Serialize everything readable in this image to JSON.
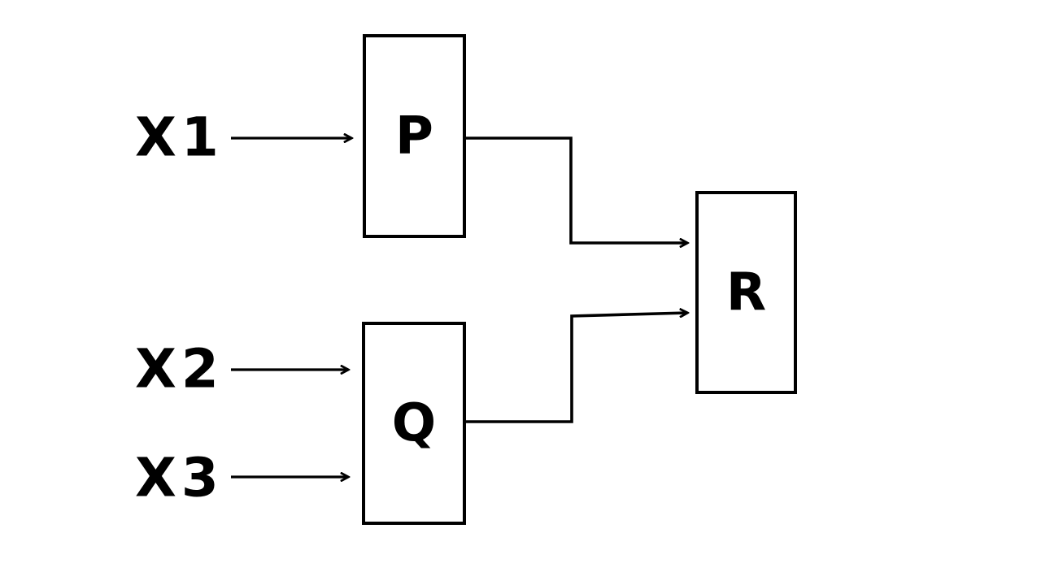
{
  "diagram": {
    "background_color": "#ffffff",
    "line_color": "#000000",
    "nodes": [
      {
        "id": "P",
        "label": "P"
      },
      {
        "id": "Q",
        "label": "Q"
      },
      {
        "id": "R",
        "label": "R"
      }
    ],
    "inputs": [
      {
        "id": "X1",
        "label": "X1"
      },
      {
        "id": "X2",
        "label": "X2"
      },
      {
        "id": "X3",
        "label": "X3"
      }
    ],
    "edges": [
      {
        "from": "X1",
        "to": "P"
      },
      {
        "from": "X2",
        "to": "Q"
      },
      {
        "from": "X3",
        "to": "Q"
      },
      {
        "from": "P",
        "to": "R"
      },
      {
        "from": "Q",
        "to": "R"
      }
    ]
  }
}
